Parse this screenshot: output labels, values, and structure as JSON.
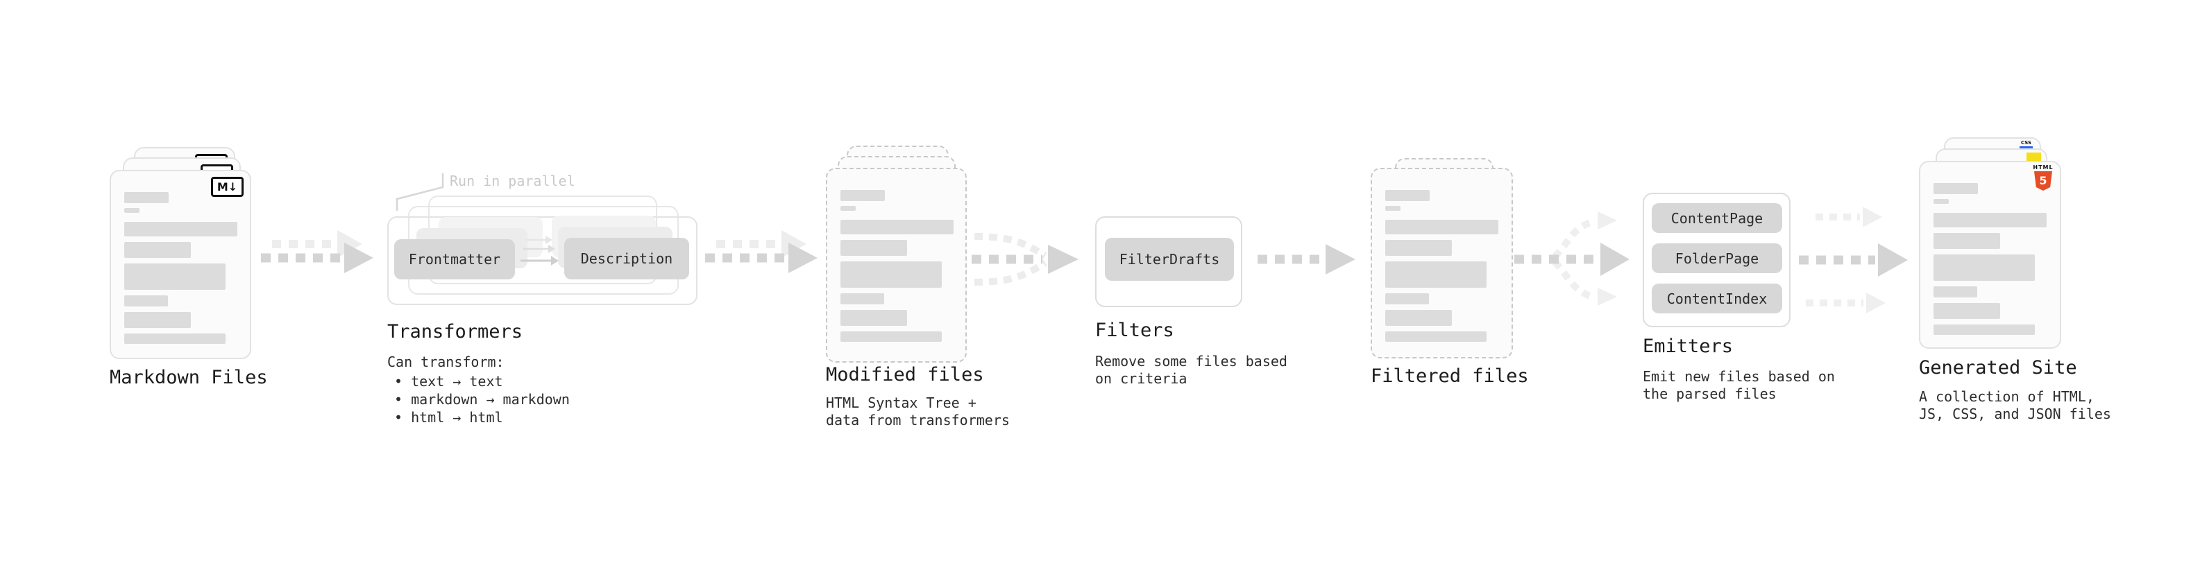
{
  "markdown_files": {
    "label": "Markdown Files",
    "badge": "M↓"
  },
  "transformers": {
    "annotation": "Run in parallel",
    "chip_left": "Frontmatter",
    "chip_right": "Description",
    "label": "Transformers",
    "intro": "Can transform:",
    "bullets": [
      "• text → text",
      "• markdown → markdown",
      "• html → html"
    ]
  },
  "modified_files": {
    "label": "Modified files",
    "description": [
      "HTML Syntax Tree +",
      "data from transformers"
    ]
  },
  "filters": {
    "chip": "FilterDrafts",
    "label": "Filters",
    "description": [
      "Remove some files based",
      "on criteria"
    ]
  },
  "filtered_files": {
    "label": "Filtered files"
  },
  "emitters": {
    "chips": [
      "ContentPage",
      "FolderPage",
      "ContentIndex"
    ],
    "label": "Emitters",
    "description": [
      "Emit new files based on",
      "the parsed files"
    ]
  },
  "generated_site": {
    "label": "Generated Site",
    "css_label": "CSS",
    "html_label": "HTML",
    "html5_number": "5",
    "description": [
      "A collection of HTML,",
      "JS, CSS, and JSON files"
    ]
  },
  "colors": {
    "html5_orange": "#e44d26",
    "js_yellow": "#f5de19",
    "css_blue": "#2965f1",
    "chip_gray": "#d7d7d7",
    "arrow_gray": "#d4d4d4"
  }
}
